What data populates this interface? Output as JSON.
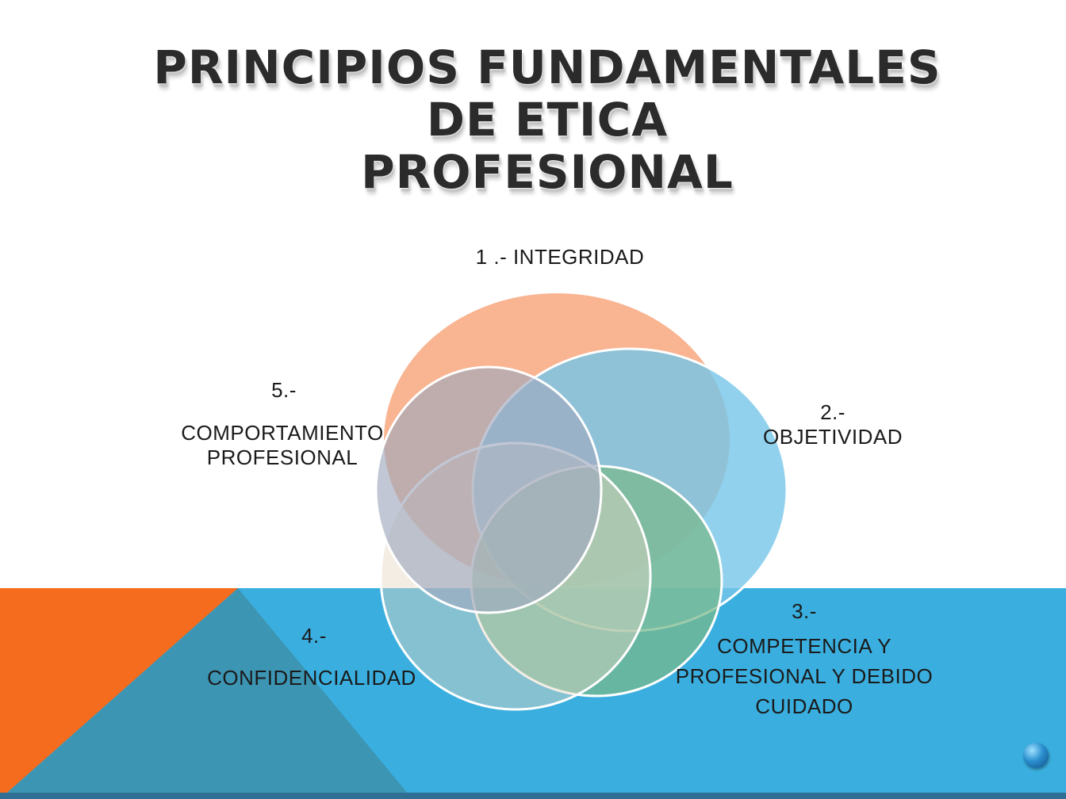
{
  "title": {
    "line1": "PRINCIPIOS FUNDAMENTALES DE ETICA",
    "line2": "PROFESIONAL"
  },
  "principles": [
    {
      "number": "1 .- INTEGRIDAD",
      "name": "",
      "color": "#f8a77e"
    },
    {
      "number": "2.-",
      "name": "OBJETIVIDAD",
      "color": "#75c6e9"
    },
    {
      "number": "3.-",
      "name_lines": [
        "COMPETENCIA Y",
        "PROFESIONAL Y DEBIDO",
        "CUIDADO"
      ],
      "color": "#7bb88e"
    },
    {
      "number": "4.-",
      "name": "CONFIDENCIALIDAD",
      "color": "#e4d8c4"
    },
    {
      "number": "5.-",
      "name_lines": [
        "COMPORTAMIENTO",
        "PROFESIONAL"
      ],
      "color": "#a8b3c8"
    }
  ],
  "icons": {
    "corner": "globe-icon"
  },
  "colors": {
    "band_blue": "#3aafdf",
    "corner_orange": "#f56c1e",
    "corner_teal": "#3d95b4"
  }
}
